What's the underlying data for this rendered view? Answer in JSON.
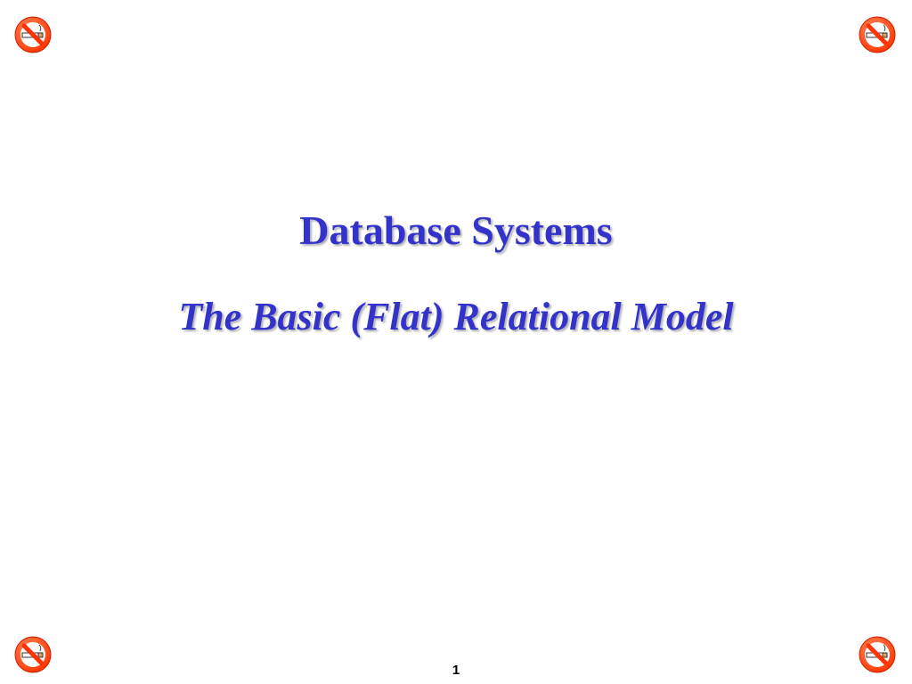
{
  "slide": {
    "title": "Database Systems",
    "subtitle": "The Basic (Flat) Relational Model",
    "page_number": "1"
  },
  "icons": {
    "top_left": "no-smoking-icon",
    "top_right": "no-smoking-icon",
    "bottom_left": "no-smoking-icon",
    "bottom_right": "no-smoking-icon"
  },
  "colors": {
    "title": "#3333cc",
    "icon_ring": "#ff3300",
    "background": "#ffffff"
  }
}
